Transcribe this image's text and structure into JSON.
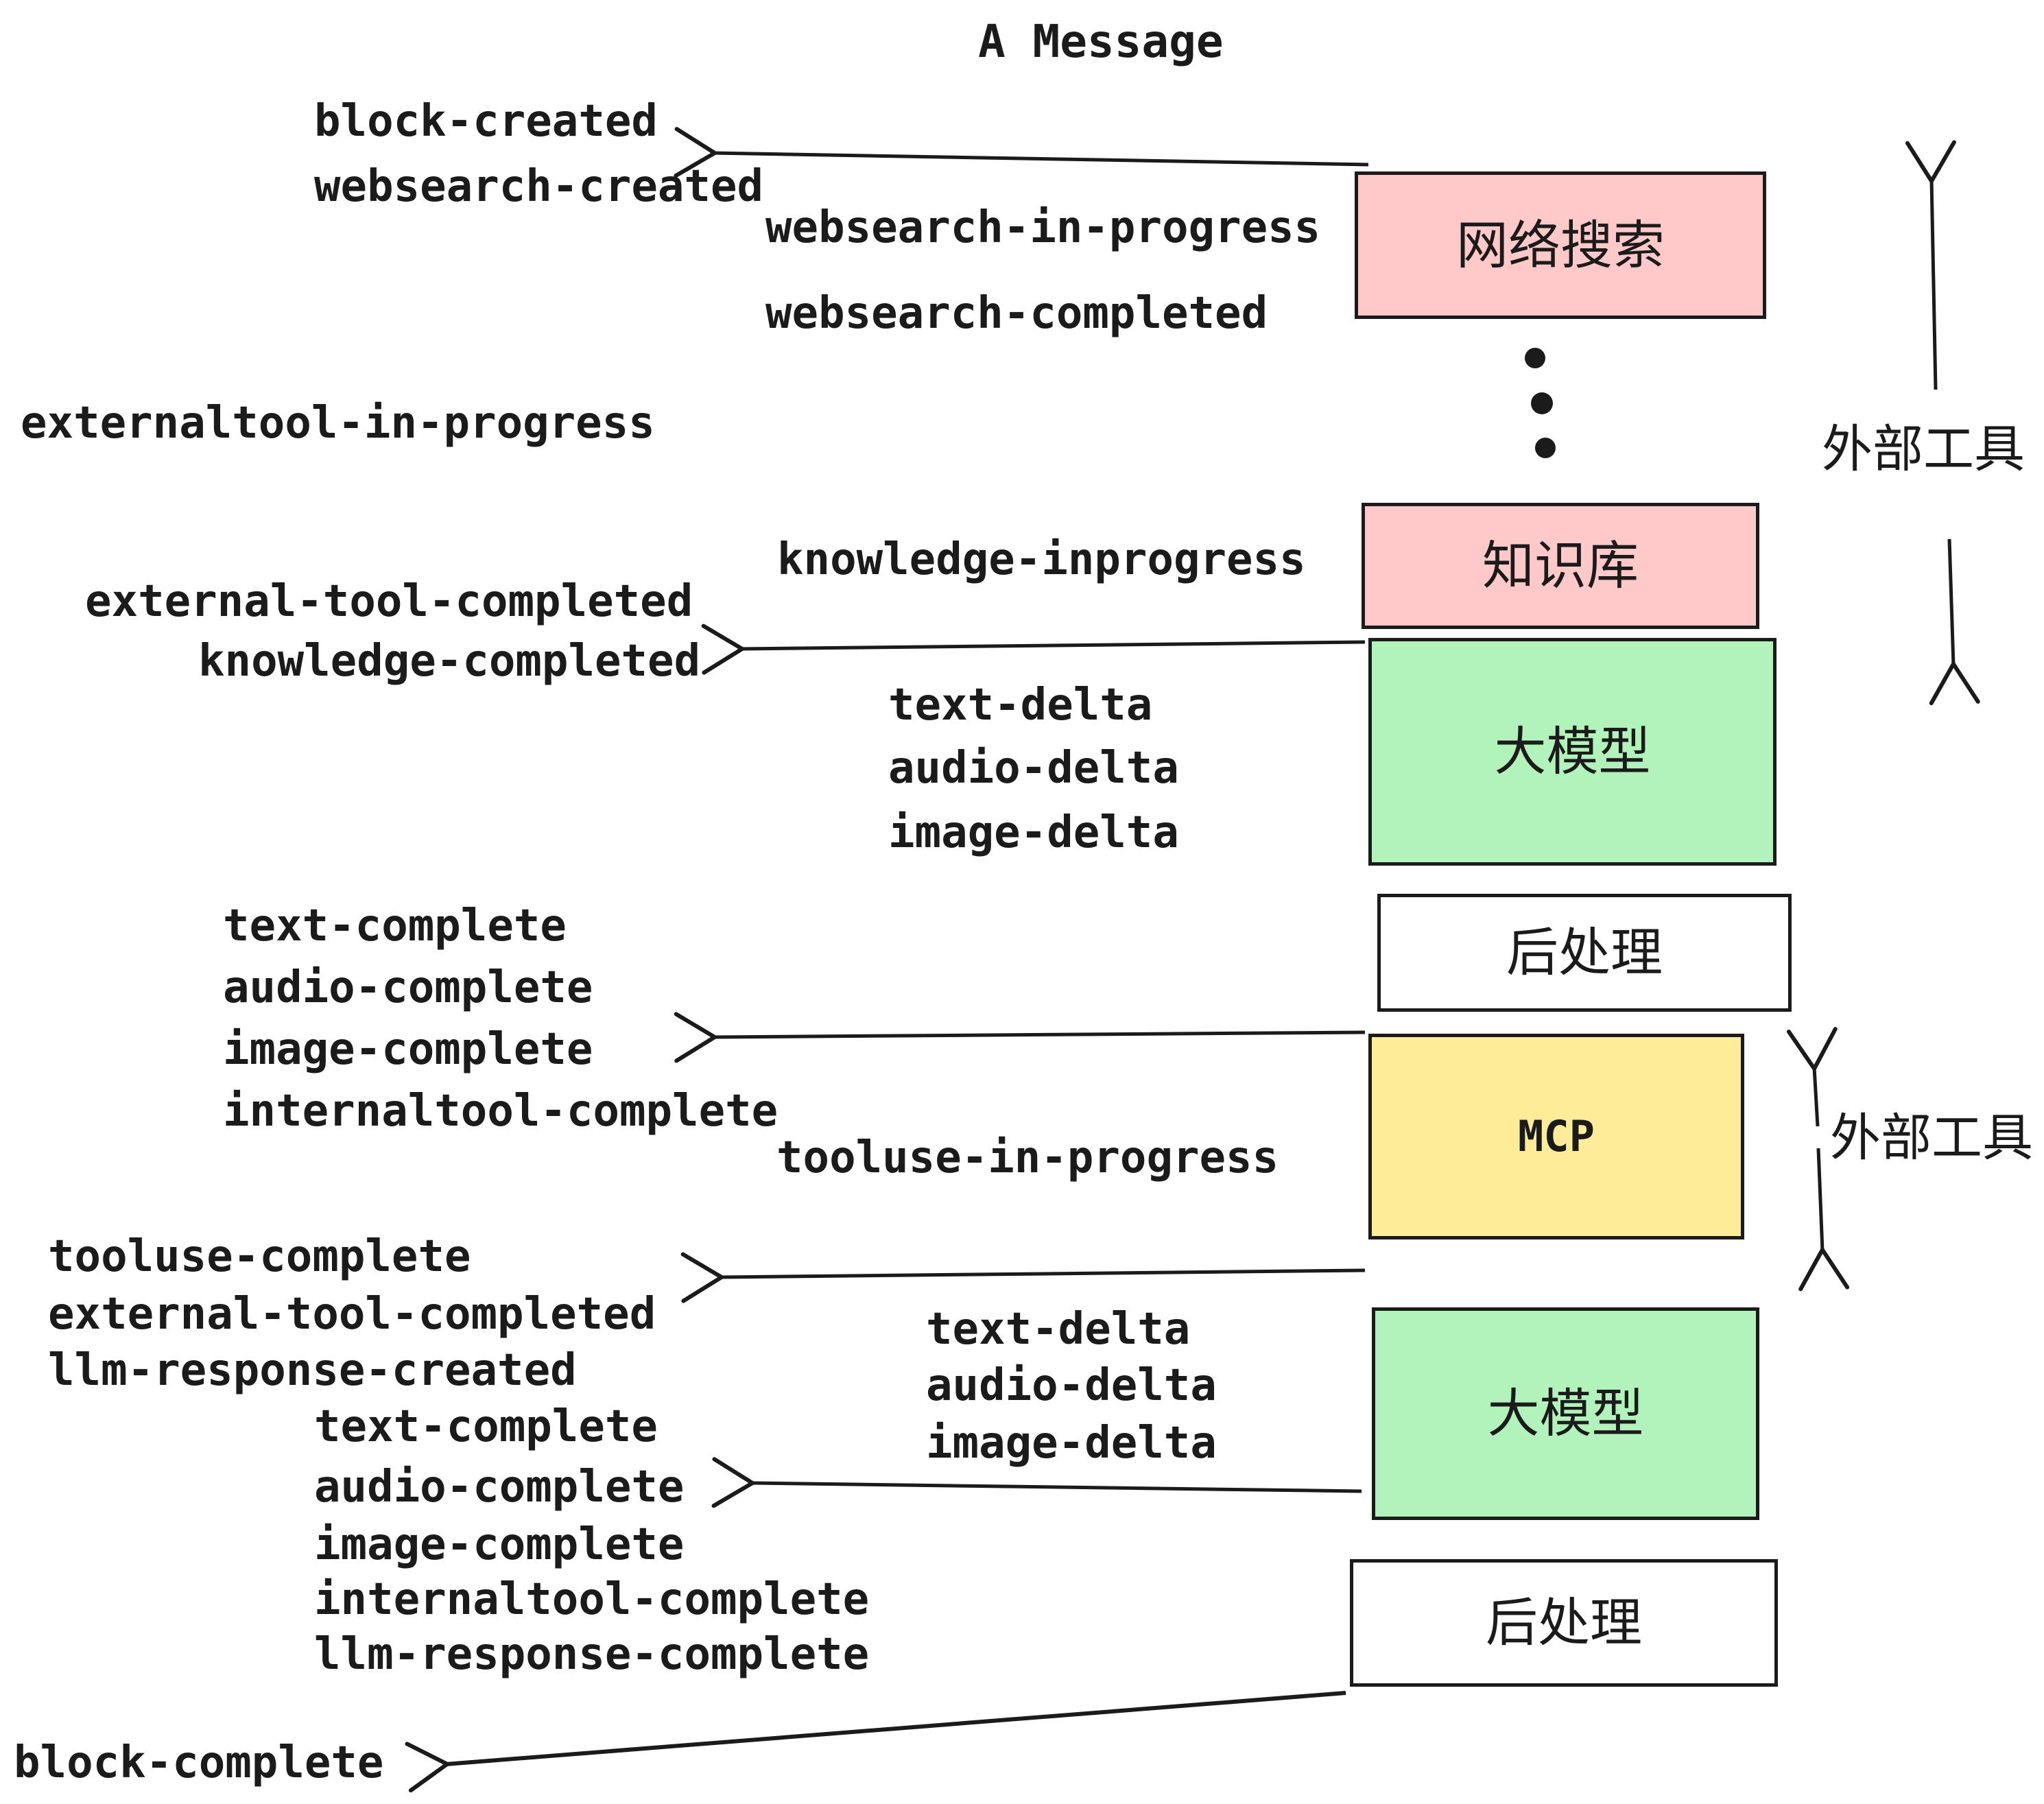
{
  "title": "A Message",
  "annotations": {
    "external_tools_top": "外部工具",
    "external_tools_bottom": "外部工具"
  },
  "boxes": [
    {
      "id": "websearch",
      "label": "网络搜索",
      "fill": "#ffc9c9"
    },
    {
      "id": "knowledge",
      "label": "知识库",
      "fill": "#ffc9c9"
    },
    {
      "id": "llm-1",
      "label": "大模型",
      "fill": "#b2f2bb"
    },
    {
      "id": "postprocess-1",
      "label": "后处理",
      "fill": "#ffffff"
    },
    {
      "id": "mcp",
      "label": "MCP",
      "fill": "#ffec99"
    },
    {
      "id": "llm-2",
      "label": "大模型",
      "fill": "#b2f2bb"
    },
    {
      "id": "postprocess-2",
      "label": "后处理",
      "fill": "#ffffff"
    }
  ],
  "events": [
    {
      "text": "block-created"
    },
    {
      "text": "websearch-created"
    },
    {
      "text": "websearch-in-progress"
    },
    {
      "text": "websearch-completed"
    },
    {
      "text": "externaltool-in-progress"
    },
    {
      "text": "knowledge-inprogress"
    },
    {
      "text": "external-tool-completed"
    },
    {
      "text": "knowledge-completed"
    },
    {
      "text": "text-delta"
    },
    {
      "text": "audio-delta"
    },
    {
      "text": "image-delta"
    },
    {
      "text": "text-complete"
    },
    {
      "text": "audio-complete"
    },
    {
      "text": "image-complete"
    },
    {
      "text": "internaltool-complete"
    },
    {
      "text": "tooluse-in-progress"
    },
    {
      "text": "tooluse-complete"
    },
    {
      "text": "external-tool-completed"
    },
    {
      "text": "llm-response-created"
    },
    {
      "text": "text-complete"
    },
    {
      "text": "audio-complete"
    },
    {
      "text": "image-complete"
    },
    {
      "text": "internaltool-complete"
    },
    {
      "text": "llm-response-complete"
    },
    {
      "text": "block-complete"
    },
    {
      "text": "text-delta"
    },
    {
      "text": "audio-delta"
    },
    {
      "text": "image-delta"
    }
  ],
  "colors": {
    "ink": "#1b1b1b",
    "pink": "#ffc9c9",
    "green": "#b2f2bb",
    "yellow": "#ffec99",
    "white": "#ffffff"
  }
}
